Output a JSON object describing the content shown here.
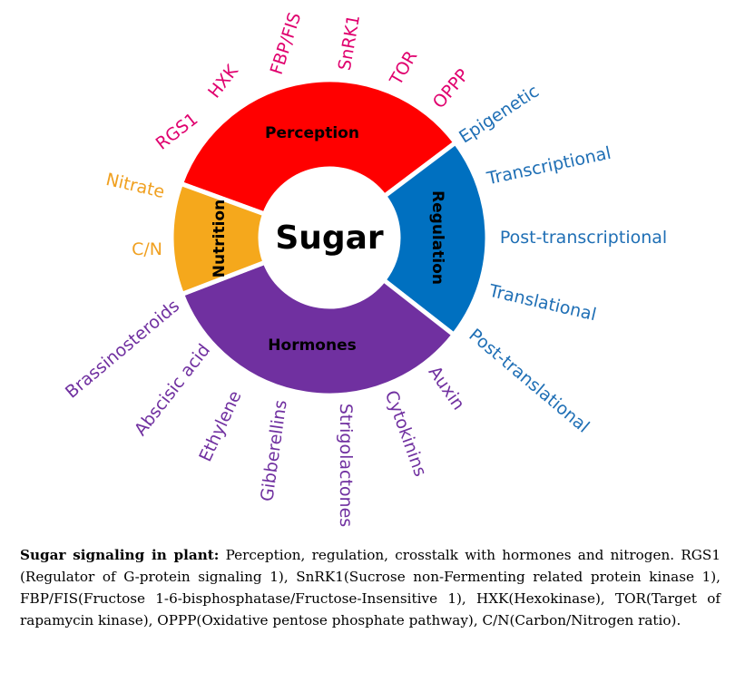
{
  "center": {
    "label": "Sugar"
  },
  "colors": {
    "perception": "#ff0000",
    "regulation": "#0070c0",
    "hormones": "#7030a0",
    "nutrition": "#f5a81c",
    "perception_text": "#e0006e",
    "regulation_text": "#1f6fb5",
    "hormones_text": "#7030a0",
    "nutrition_text": "#f0a020"
  },
  "segments": {
    "perception": "Perception",
    "regulation": "Regulation",
    "hormones": "Hormones",
    "nutrition": "Nutrition"
  },
  "outer_labels": {
    "perception": [
      "RGS1",
      "HXK",
      "FBP/FIS",
      "SnRK1",
      "TOR",
      "OPPP"
    ],
    "regulation": [
      "Epigenetic",
      "Transcriptional",
      "Post-transcriptional",
      "Translational",
      "Post-translational"
    ],
    "hormones": [
      "Brassinosteroids",
      "Abscisic acid",
      "Ethylene",
      "Gibberellins",
      "Strigolactones",
      "Cytokinins",
      "Auxin"
    ],
    "nutrition": [
      "Nitrate",
      "C/N"
    ]
  },
  "caption": {
    "bold": "Sugar signaling in plant:",
    "text": " Perception, regulation, crosstalk with hormones and nitrogen. RGS1 (Regulator of G-protein signaling 1), SnRK1(Sucrose non-Fermenting related protein kinase 1), FBP/FIS(Fructose 1-6-bisphosphatase/Fructose-Insensitive 1), HXK(Hexokinase), TOR(Target of rapamycin kinase), OPPP(Oxidative pentose phosphate pathway), C/N(Carbon/Nitrogen ratio)."
  }
}
